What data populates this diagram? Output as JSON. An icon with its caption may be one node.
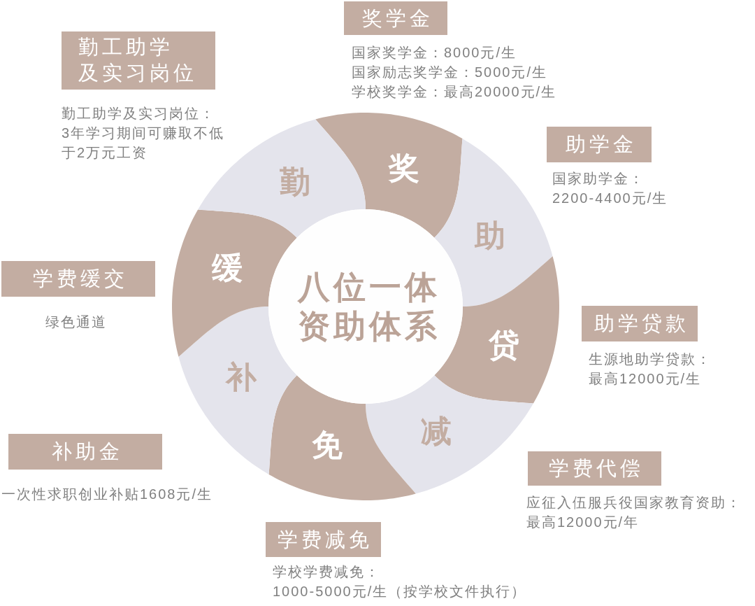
{
  "diagram": {
    "nodes": [
      {
        "text": [
          "八位一体资助体系"
        ]
      },
      {
        "text": [
          "奖"
        ]
      },
      {
        "text": [
          "助"
        ]
      },
      {
        "text": [
          "贷"
        ]
      },
      {
        "text": [
          "减"
        ]
      },
      {
        "text": [
          "免"
        ]
      },
      {
        "text": [
          "补"
        ]
      },
      {
        "text": [
          "缓"
        ]
      },
      {
        "text": [
          "勤"
        ]
      },
      {
        "text": [
          "奖学金"
        ],
        "beside": [
          "国家奖学金：8000元/生",
          "国家励志奖学金：5000元/生",
          "学校奖学金：最高20000元/生"
        ]
      },
      {
        "text": [
          "助学金"
        ],
        "beside": [
          "国家助学金：2200-4400元/生"
        ]
      },
      {
        "text": [
          "助学贷款"
        ],
        "beside": [
          "生源地助学贷款：最高12000元/生"
        ]
      },
      {
        "text": [
          "学费代偿"
        ],
        "beside": [
          "应征入伍服兵役国家教育资助：最高12000元/年"
        ]
      },
      {
        "text": [
          "学费减免"
        ],
        "beside": [
          "学校学费减免：1000-5000元/生（按学校文件执行）"
        ]
      },
      {
        "text": [
          "补助金"
        ],
        "beside": [
          "一次性求职创业补贴1608元/生"
        ]
      },
      {
        "text": [
          "学费缓交"
        ],
        "beside": [
          "绿色通道"
        ]
      },
      {
        "text": [
          "勤工助学及实习岗位"
        ],
        "beside": [
          "勤工助学及实习岗位：3年学习期间可赚取不低于2万元工资"
        ]
      }
    ]
  }
}
